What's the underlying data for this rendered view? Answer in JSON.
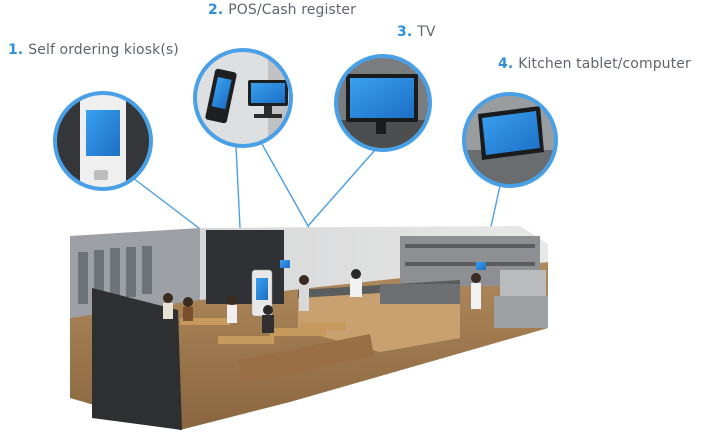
{
  "labels": [
    {
      "number": "1.",
      "text": "Self ordering kiosk(s)"
    },
    {
      "number": "2.",
      "text": "POS/Cash register"
    },
    {
      "number": "3.",
      "text": "TV"
    },
    {
      "number": "4.",
      "text": "Kitchen tablet/computer"
    }
  ],
  "colors": {
    "accent": "#2e8fdc",
    "label_text": "#5c6670",
    "callout_ring": "#4aa0e6",
    "screen": "#2f8fe0"
  }
}
